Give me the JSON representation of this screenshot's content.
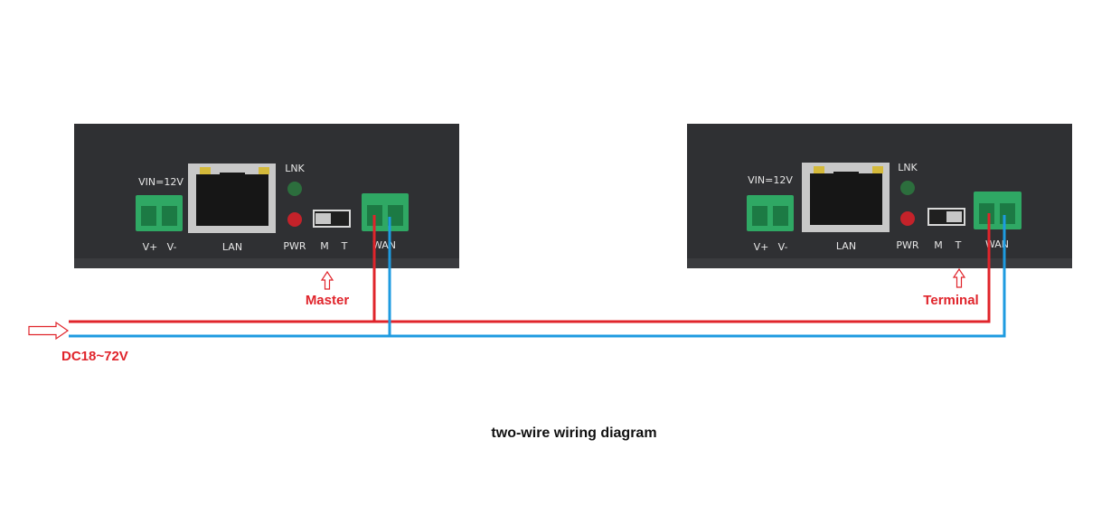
{
  "colors": {
    "positive_wire": "#e0242b",
    "negative_wire": "#1e9be0",
    "device_body": "#2f3033",
    "terminal_green": "#2fa864",
    "led_green": "#2c6e3d",
    "led_red": "#c4222a",
    "callout_text": "#e0242b"
  },
  "devices": [
    {
      "role_label": "Master",
      "vin_label": "VIN=12V",
      "vplus_label": "V+",
      "vminus_label": "V-",
      "lan_label": "LAN",
      "lnk_label": "LNK",
      "pwr_label": "PWR",
      "m_label": "M",
      "t_label": "T",
      "wan_label": "WAN",
      "switch_position": "M"
    },
    {
      "role_label": "Terminal",
      "vin_label": "VIN=12V",
      "vplus_label": "V+",
      "vminus_label": "V-",
      "lan_label": "LAN",
      "lnk_label": "LNK",
      "pwr_label": "PWR",
      "m_label": "M",
      "t_label": "T",
      "wan_label": "WAN",
      "switch_position": "T"
    }
  ],
  "power_input": {
    "label": "DC18~72V",
    "arrow_icon": "hollow-right-arrow-icon"
  },
  "caption": "two-wire wiring diagram"
}
